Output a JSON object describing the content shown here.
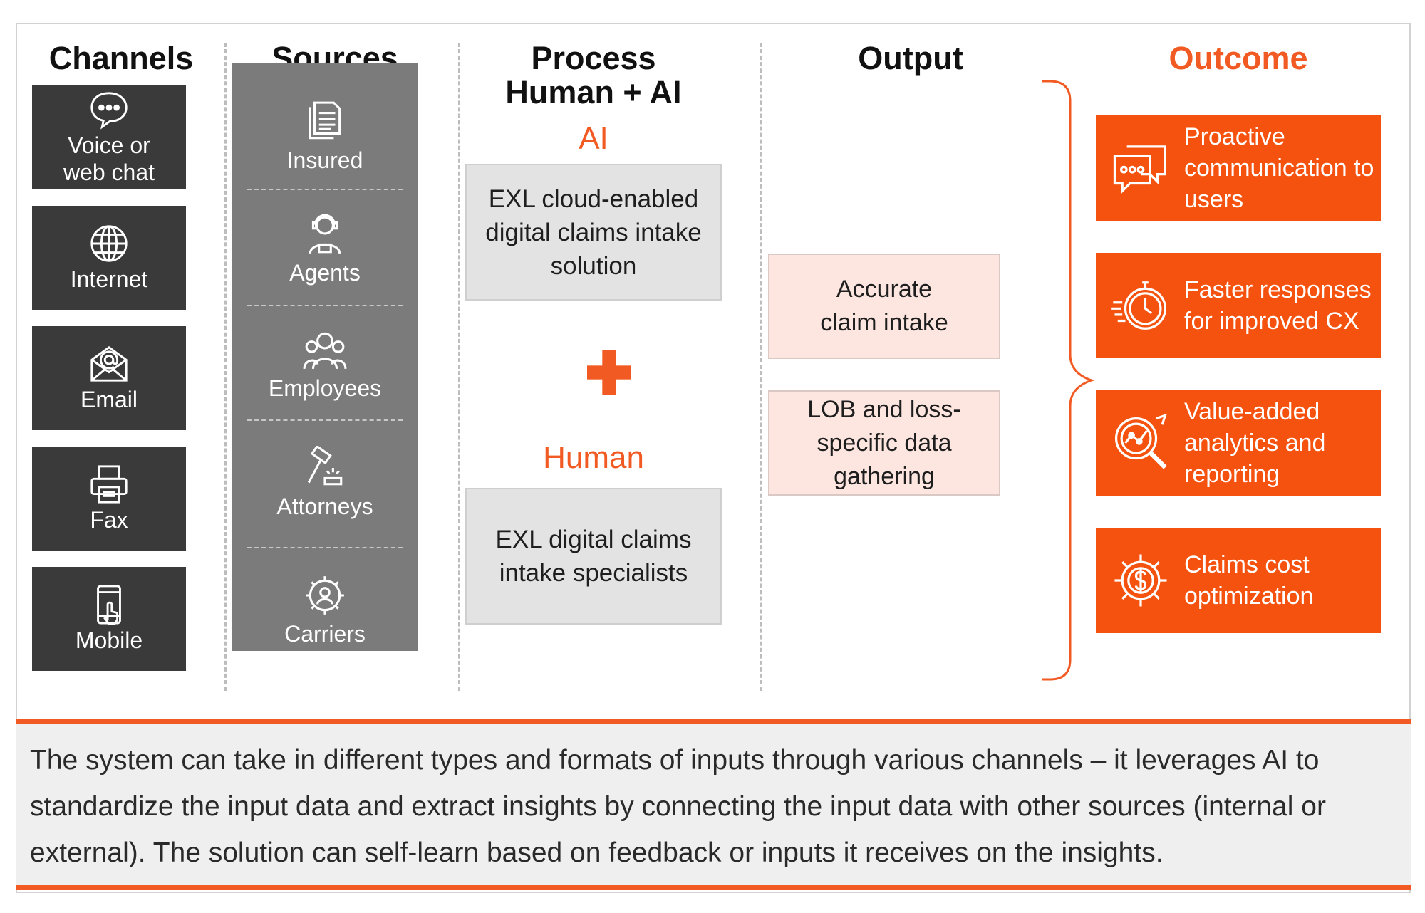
{
  "columns": {
    "channels": "Channels",
    "sources": "Sources",
    "process_line1": "Process",
    "process_line2": "Human + AI",
    "output": "Output",
    "outcome": "Outcome"
  },
  "channels": [
    {
      "label": "Voice or web chat",
      "icon": "chat-bubble-icon"
    },
    {
      "label": "Internet",
      "icon": "globe-icon"
    },
    {
      "label": "Email",
      "icon": "envelope-icon"
    },
    {
      "label": "Fax",
      "icon": "fax-icon"
    },
    {
      "label": "Mobile",
      "icon": "mobile-touch-icon"
    }
  ],
  "sources": [
    {
      "label": "Insured",
      "icon": "documents-icon"
    },
    {
      "label": "Agents",
      "icon": "agent-icon"
    },
    {
      "label": "Employees",
      "icon": "group-icon"
    },
    {
      "label": "Attorneys",
      "icon": "gavel-icon"
    },
    {
      "label": "Carriers",
      "icon": "gear-person-icon"
    }
  ],
  "process": {
    "ai_label": "AI",
    "ai_box": "EXL cloud-enabled digital claims intake solution",
    "human_label": "Human",
    "human_box": "EXL digital claims intake specialists"
  },
  "output": [
    "Accurate claim intake",
    "LOB and loss-specific data gathering"
  ],
  "outcome": [
    {
      "label": "Proactive communication to users",
      "icon": "chat-bubbles-icon"
    },
    {
      "label": "Faster responses for improved CX",
      "icon": "stopwatch-icon"
    },
    {
      "label": "Value-added analytics and reporting",
      "icon": "analytics-magnifier-icon"
    },
    {
      "label": "Claims cost optimization",
      "icon": "gear-dollar-icon"
    }
  ],
  "footer": "The system can take in different types and formats of inputs through various channels – it leverages AI to standardize the input data and extract insights by connecting the input data with other sources (internal or external). The solution can self-learn based on feedback or inputs it receives on the insights.",
  "colors": {
    "accent": "#f15a22",
    "channel_bg": "#3a3a3a",
    "source_bg": "#7b7b7b",
    "process_bg": "#e3e3e3",
    "output_bg": "#fde6e0",
    "outcome_bg": "#f5520f"
  }
}
